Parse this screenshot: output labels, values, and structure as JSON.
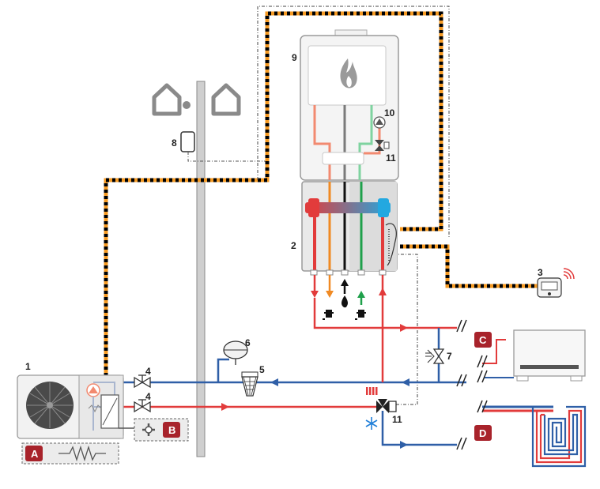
{
  "callouts": {
    "n1": "1",
    "n2": "2",
    "n3": "3",
    "n4a": "4",
    "n4b": "4",
    "n5": "5",
    "n6": "6",
    "n7": "7",
    "n8": "8",
    "n9": "9",
    "n10": "10",
    "n11a": "11",
    "n11b": "11"
  },
  "badges": {
    "a": "A",
    "b": "B",
    "c": "C",
    "d": "D"
  },
  "colors": {
    "supply": "#e23b3b",
    "return": "#2f5fa7",
    "dhw_hot": "#f08a24",
    "cold": "#1fa04b",
    "badge": "#a8232b",
    "cable": "#f59a23"
  },
  "icons": [
    "house-icon",
    "flame-icon",
    "pump-icon",
    "snowflake-icon",
    "wifi-icon",
    "fan-icon"
  ]
}
